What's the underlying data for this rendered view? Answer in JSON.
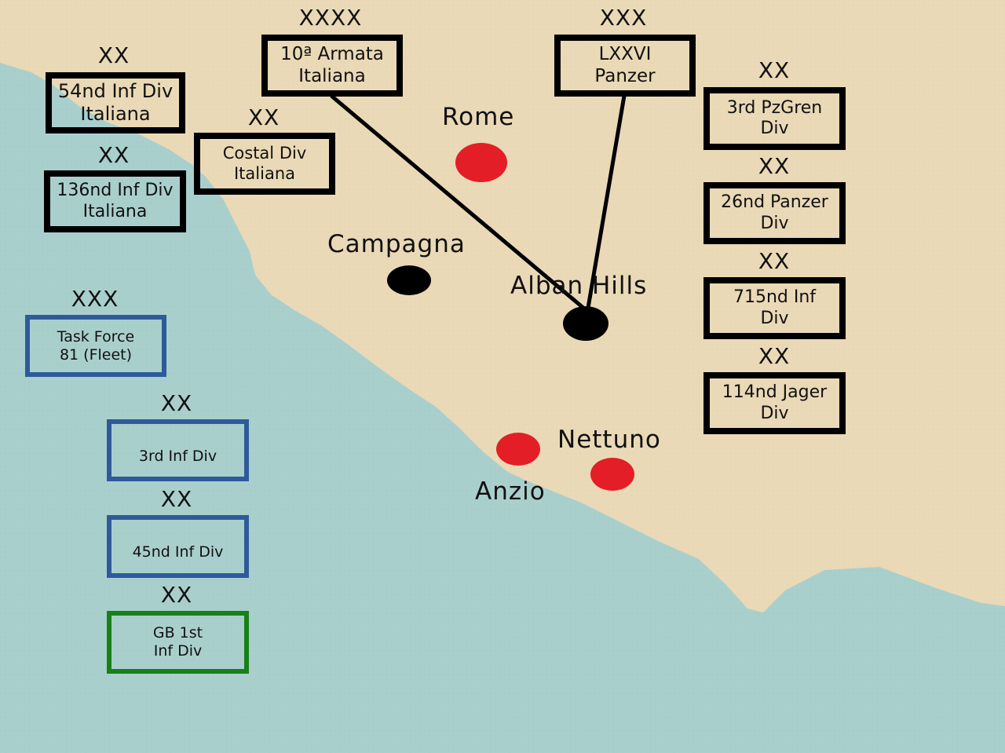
{
  "colors": {
    "land": "#ead9b6",
    "sea": "#a9cfcd",
    "axis_border": "#000000",
    "allied_us_border": "#2f5a9a",
    "allied_gb_border": "#178017",
    "city_red": "#e41e26",
    "town_black": "#000000"
  },
  "units": {
    "it_54_div": {
      "echelon": "XX",
      "line1": "54nd Inf Div",
      "line2": "Italiana"
    },
    "it_136_div": {
      "echelon": "XX",
      "line1": "136nd Inf Div",
      "line2": "Italiana"
    },
    "it_10_army": {
      "echelon": "XXXX",
      "line1": "10ª Armata",
      "line2": "Italiana"
    },
    "it_costal_div": {
      "echelon": "XX",
      "line1": "Costal Div",
      "line2": "Italiana"
    },
    "de_76_panzer": {
      "echelon": "XXX",
      "line1": "LXXVI",
      "line2": "Panzer"
    },
    "de_3_pzgren": {
      "echelon": "XX",
      "line1": "3rd PzGren",
      "line2": "Div"
    },
    "de_26_panzer": {
      "echelon": "XX",
      "line1": "26nd Panzer",
      "line2": "Div"
    },
    "de_715_inf": {
      "echelon": "XX",
      "line1": "715nd Inf",
      "line2": "Div"
    },
    "de_114_jager": {
      "echelon": "XX",
      "line1": "114nd Jager",
      "line2": "Div"
    },
    "us_tf81": {
      "echelon": "XXX",
      "line1": "Task Force",
      "line2": "81 (Fleet)"
    },
    "us_3_inf": {
      "echelon": "XX",
      "line1": "3rd Inf Div"
    },
    "us_45_inf": {
      "echelon": "XX",
      "line1": "45nd Inf Div"
    },
    "gb_1_inf": {
      "echelon": "XX",
      "line1": "GB 1st",
      "line2": "Inf Div"
    }
  },
  "places": {
    "rome": "Rome",
    "campagna": "Campagna",
    "alban_hills": "Alban Hills",
    "nettuno": "Nettuno",
    "anzio": "Anzio"
  }
}
